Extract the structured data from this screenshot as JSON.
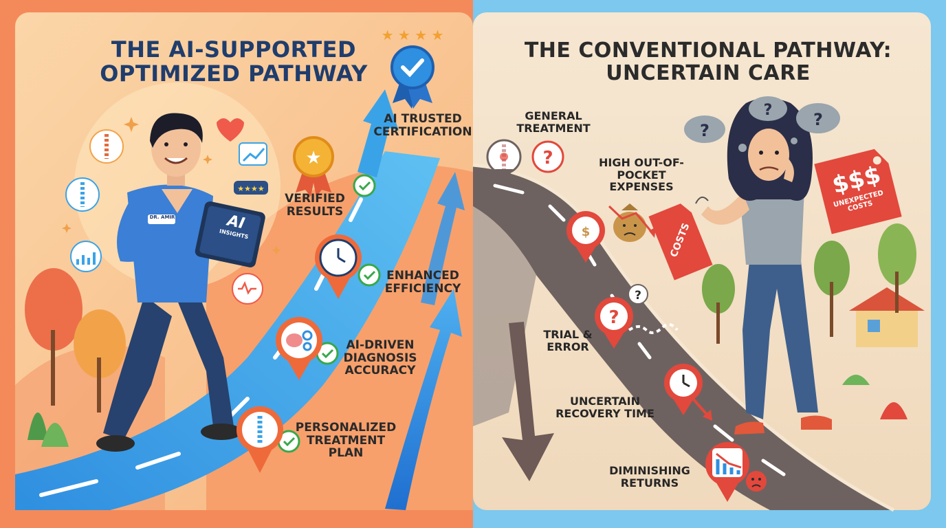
{
  "left_panel": {
    "title": "THE AI-SUPPORTED OPTIMIZED PATHWAY",
    "badge_name": "DR. AMIR",
    "tablet_text_main": "AI",
    "tablet_text_sub": "INSIGHTS",
    "milestones": [
      {
        "label": "AI TRUSTED CERTIFICATION",
        "icon": "ribbon-badge-check-icon"
      },
      {
        "label": "VERIFIED RESULTS",
        "icon": "star-medal-icon"
      },
      {
        "label": "ENHANCED EFFICIENCY",
        "icon": "clock-icon"
      },
      {
        "label": "AI-DRIVEN DIAGNOSIS ACCURACY",
        "icon": "brain-gear-icon"
      },
      {
        "label": "PERSONALIZED TREATMENT PLAN",
        "icon": "spine-icon"
      }
    ],
    "colors": {
      "accent": "#2f8fe0",
      "path": "#3aa3e8",
      "background": "#f9c48f",
      "pin": "#ef6a3a"
    }
  },
  "right_panel": {
    "title": "THE CONVENTIONAL PATHWAY: UNCERTAIN CARE",
    "price_tag_main": "$$$",
    "price_tag_sub": "UNEXPECTED COSTS",
    "small_tag": "COSTS",
    "milestones": [
      {
        "label": "GENERAL TREATMENT",
        "icon": "spine-question-icon"
      },
      {
        "label": "HIGH OUT-OF-POCKET EXPENSES",
        "icon": "money-bag-icon"
      },
      {
        "label": "TRIAL & ERROR",
        "icon": "question-icon"
      },
      {
        "label": "UNCERTAIN RECOVERY TIME",
        "icon": "clock-icon"
      },
      {
        "label": "DIMINISHING RETURNS",
        "icon": "declining-chart-icon"
      }
    ],
    "colors": {
      "accent": "#e0483c",
      "road": "#6e6260",
      "background": "#f3dfc6"
    }
  }
}
